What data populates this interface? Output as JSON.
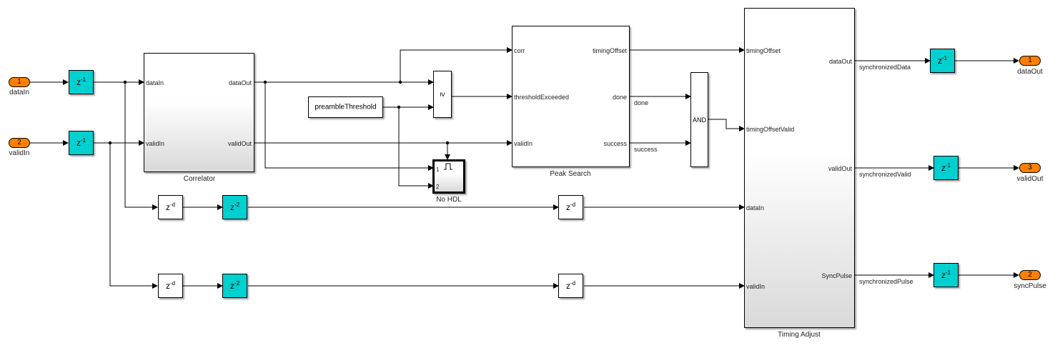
{
  "diagram": {
    "inports": [
      {
        "id": "dataIn",
        "number": "1",
        "name": "dataIn"
      },
      {
        "id": "validIn",
        "number": "2",
        "name": "validIn"
      }
    ],
    "outports": [
      {
        "id": "dataOut",
        "number": "1",
        "name": "dataOut"
      },
      {
        "id": "validOut",
        "number": "3",
        "name": "validOut"
      },
      {
        "id": "syncPulse",
        "number": "2",
        "name": "syncPulse"
      }
    ],
    "delays": {
      "unit": {
        "base": "z",
        "exp": "-1"
      },
      "two": {
        "base": "z",
        "exp": "-2"
      },
      "var": {
        "base": "z",
        "exp": "-d"
      }
    },
    "correlator": {
      "name": "Correlator",
      "inputs": [
        "dataIn",
        "validIn"
      ],
      "outputs": [
        "dataOut",
        "validOut"
      ]
    },
    "constant": {
      "value": "preambleThreshold"
    },
    "compare": {
      "symbol": "≥"
    },
    "nohdl": {
      "name": "No HDL",
      "ports": [
        "1",
        "2"
      ],
      "icon": "pulse-icon"
    },
    "peak_search": {
      "name": "Peak Search",
      "inputs": [
        "corr",
        "thresholdExceeded",
        "validIn"
      ],
      "outputs": [
        "timingOffset",
        "done",
        "success"
      ]
    },
    "and_gate": {
      "label": "AND"
    },
    "timing_adjust": {
      "name": "Timing Adjust",
      "inputs": [
        "timingOffset",
        "timingOffsetValid",
        "dataIn",
        "validIn"
      ],
      "outputs": [
        "dataOut",
        "validOut",
        "SyncPulse"
      ]
    },
    "signals": {
      "done": "done",
      "success": "success",
      "synchronizedData": "synchronizedData",
      "synchronizedValid": "synchronizedValid",
      "synchronizedPulse": "synchronizedPulse"
    }
  }
}
